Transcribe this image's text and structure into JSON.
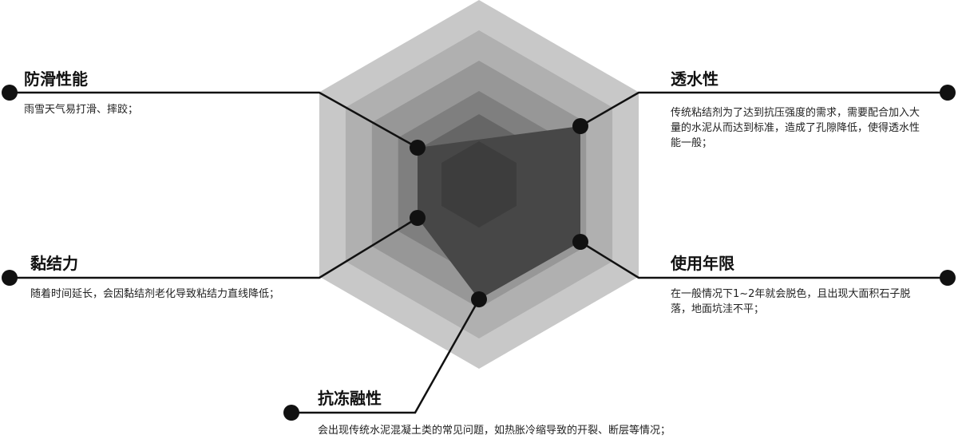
{
  "diagram": {
    "colors": {
      "ring1": "#c8c8c8",
      "ring2": "#b0b0b0",
      "ring3": "#979797",
      "ring4": "#7f7f7f",
      "ring5": "#666666",
      "core": "#3d3d3d",
      "polygon": "#474747",
      "line": "#111111",
      "dot": "#111111"
    },
    "labels": [
      {
        "id": "anti-slip",
        "title": "防滑性能",
        "desc": "雨雪天气易打滑、摔跤；"
      },
      {
        "id": "permeability",
        "title": "透水性",
        "desc": "传统粘结剂为了达到抗压强度的需求，需要配合加入大量的水泥从而达到标准，造成了孔隙降低，使得透水性能一般；"
      },
      {
        "id": "adhesion",
        "title": "黏结力",
        "desc": "随着时间延长，会因黏结剂老化导致粘结力直线降低；"
      },
      {
        "id": "service-life",
        "title": "使用年限",
        "desc": "在一般情况下1~2年就会脱色，且出现大面积石子脱落，地面坑洼不平；"
      },
      {
        "id": "freeze-resistance",
        "title": "抗冻融性",
        "desc": "会出现传统水泥混凝土类的常见问题，如热胀冷缩导致的开裂、断层等情况；"
      }
    ]
  }
}
